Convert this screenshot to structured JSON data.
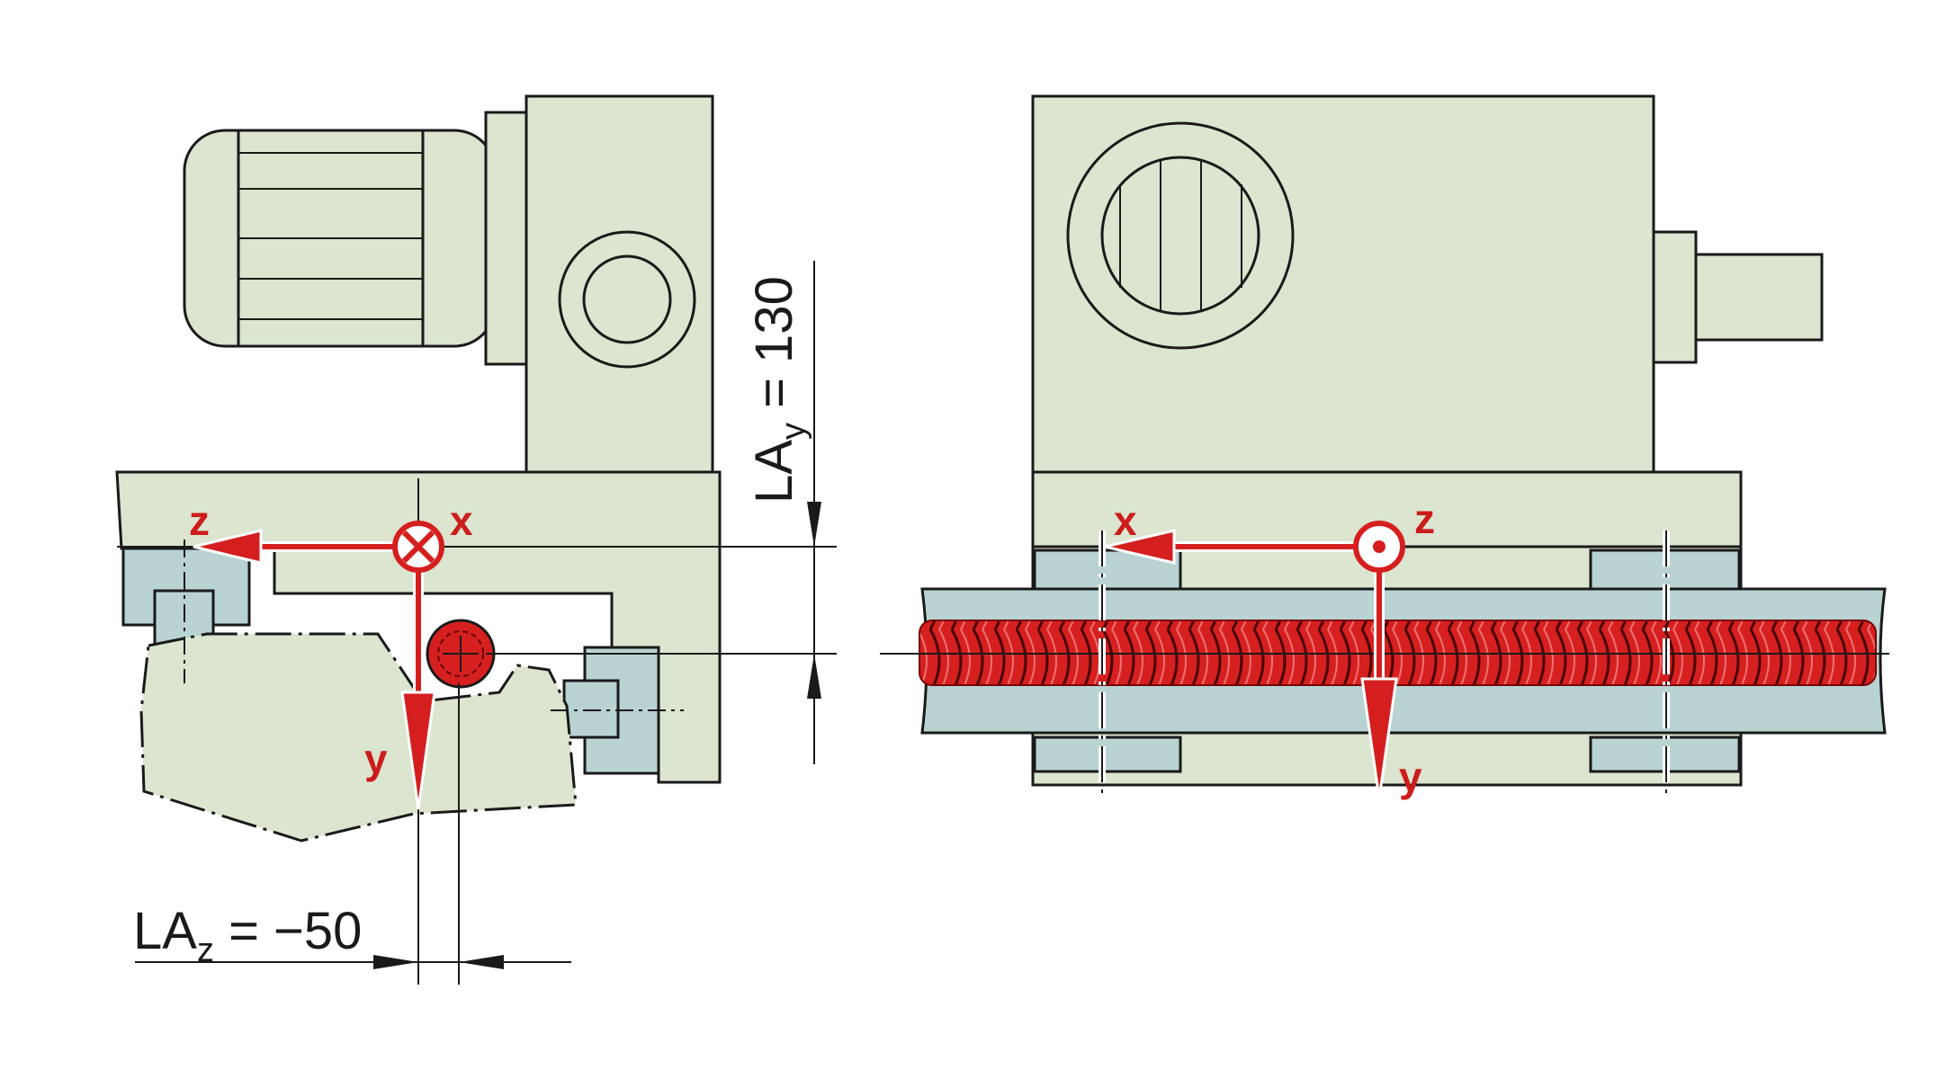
{
  "colors": {
    "housing": "#dbe5cf",
    "carriage": "#b9d3d3",
    "screw": "#d62020",
    "axis": "#d51f1f",
    "line": "#1a1a1a"
  },
  "left_view": {
    "axes": {
      "z": "z",
      "x": "x",
      "y": "y"
    },
    "dim_y": {
      "main": "LA",
      "sub": "y",
      "value": " = 130"
    },
    "dim_z": {
      "main": "LA",
      "sub": "z",
      "value": " = −50"
    }
  },
  "right_view": {
    "axes": {
      "x": "x",
      "z": "z",
      "y": "y"
    }
  }
}
